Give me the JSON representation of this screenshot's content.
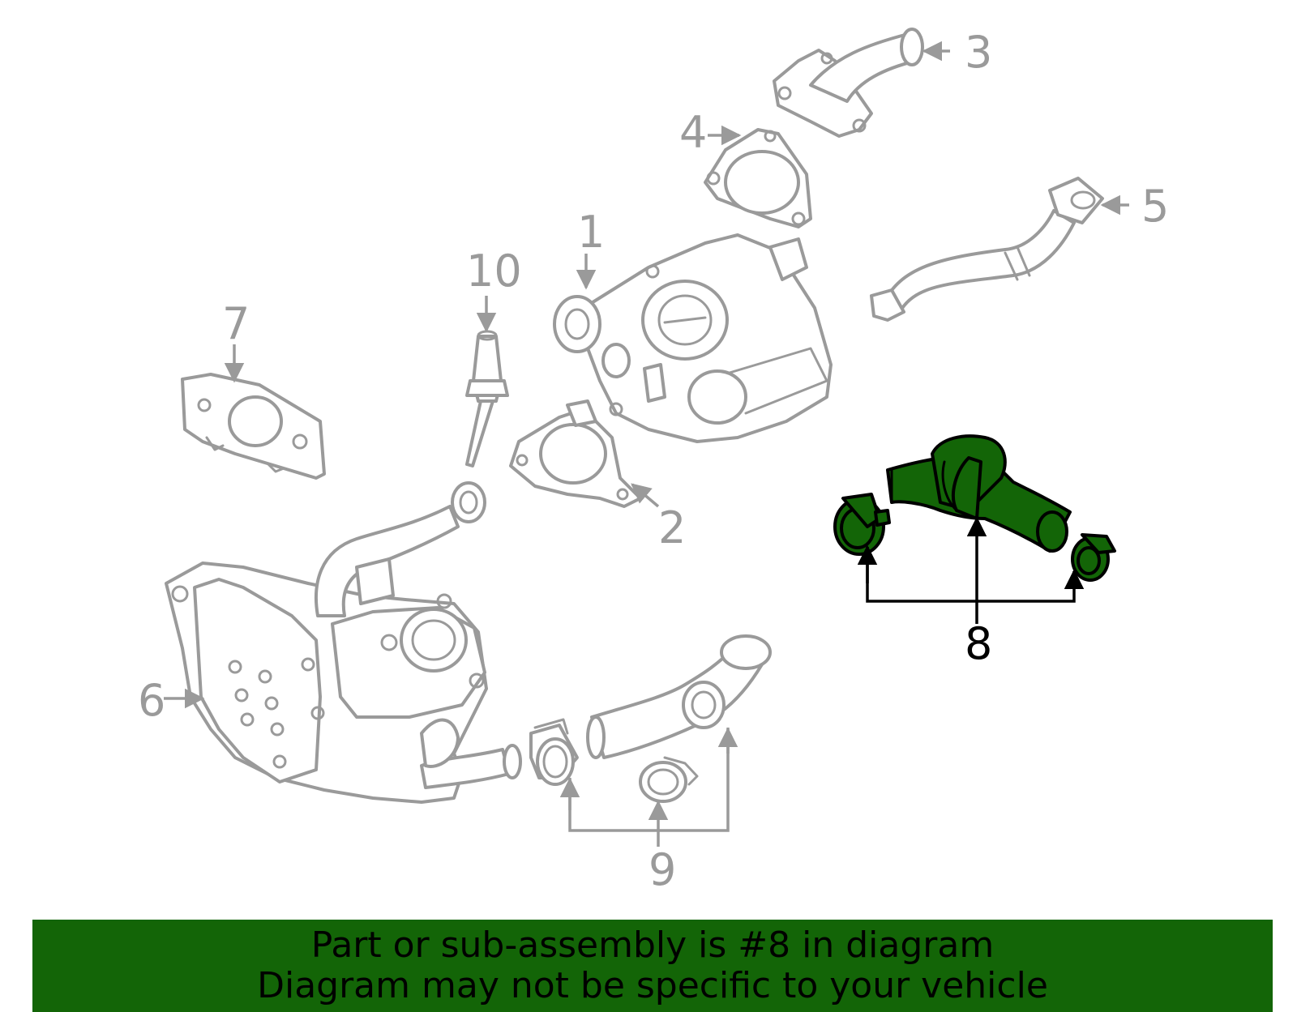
{
  "colors": {
    "highlight": "#136507",
    "outline": "#9a9a9a",
    "banner_bg": "#136507",
    "banner_text": "#000000"
  },
  "callouts": {
    "c1": "1",
    "c2": "2",
    "c3": "3",
    "c4": "4",
    "c5": "5",
    "c6": "6",
    "c7": "7",
    "c8": "8",
    "c9": "9",
    "c10": "10"
  },
  "highlighted_part": "8",
  "banner": {
    "line1": "Part or sub-assembly is #8 in diagram",
    "line2": "Diagram may not be specific to your vehicle"
  }
}
